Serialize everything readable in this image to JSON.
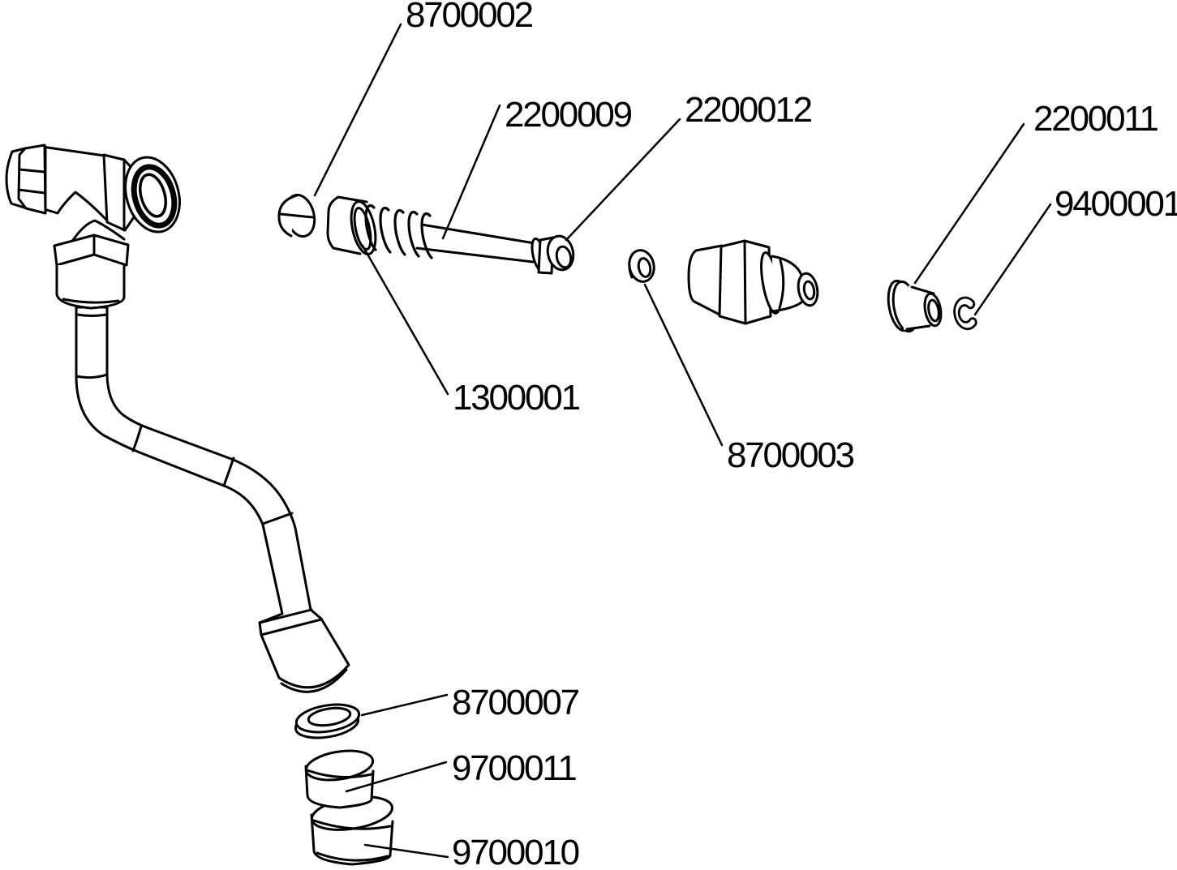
{
  "page": {
    "background": "#ffffff",
    "line_color": "#000000"
  },
  "diagram": {
    "kind": "exploded-parts-diagram",
    "subject": "faucet-valve-assembly",
    "parts": [
      {
        "number": "8700002",
        "name": "cap"
      },
      {
        "number": "2200009",
        "name": "spring"
      },
      {
        "number": "2200012",
        "name": "stem-tip-bushing"
      },
      {
        "number": "2200011",
        "name": "flanged-bushing"
      },
      {
        "number": "9400001",
        "name": "retaining-clip"
      },
      {
        "number": "1300001",
        "name": "piston-cup"
      },
      {
        "number": "8700003",
        "name": "washer"
      },
      {
        "number": "8700007",
        "name": "seal-washer"
      },
      {
        "number": "9700011",
        "name": "inner-sleeve"
      },
      {
        "number": "9700010",
        "name": "outer-sleeve"
      }
    ]
  }
}
